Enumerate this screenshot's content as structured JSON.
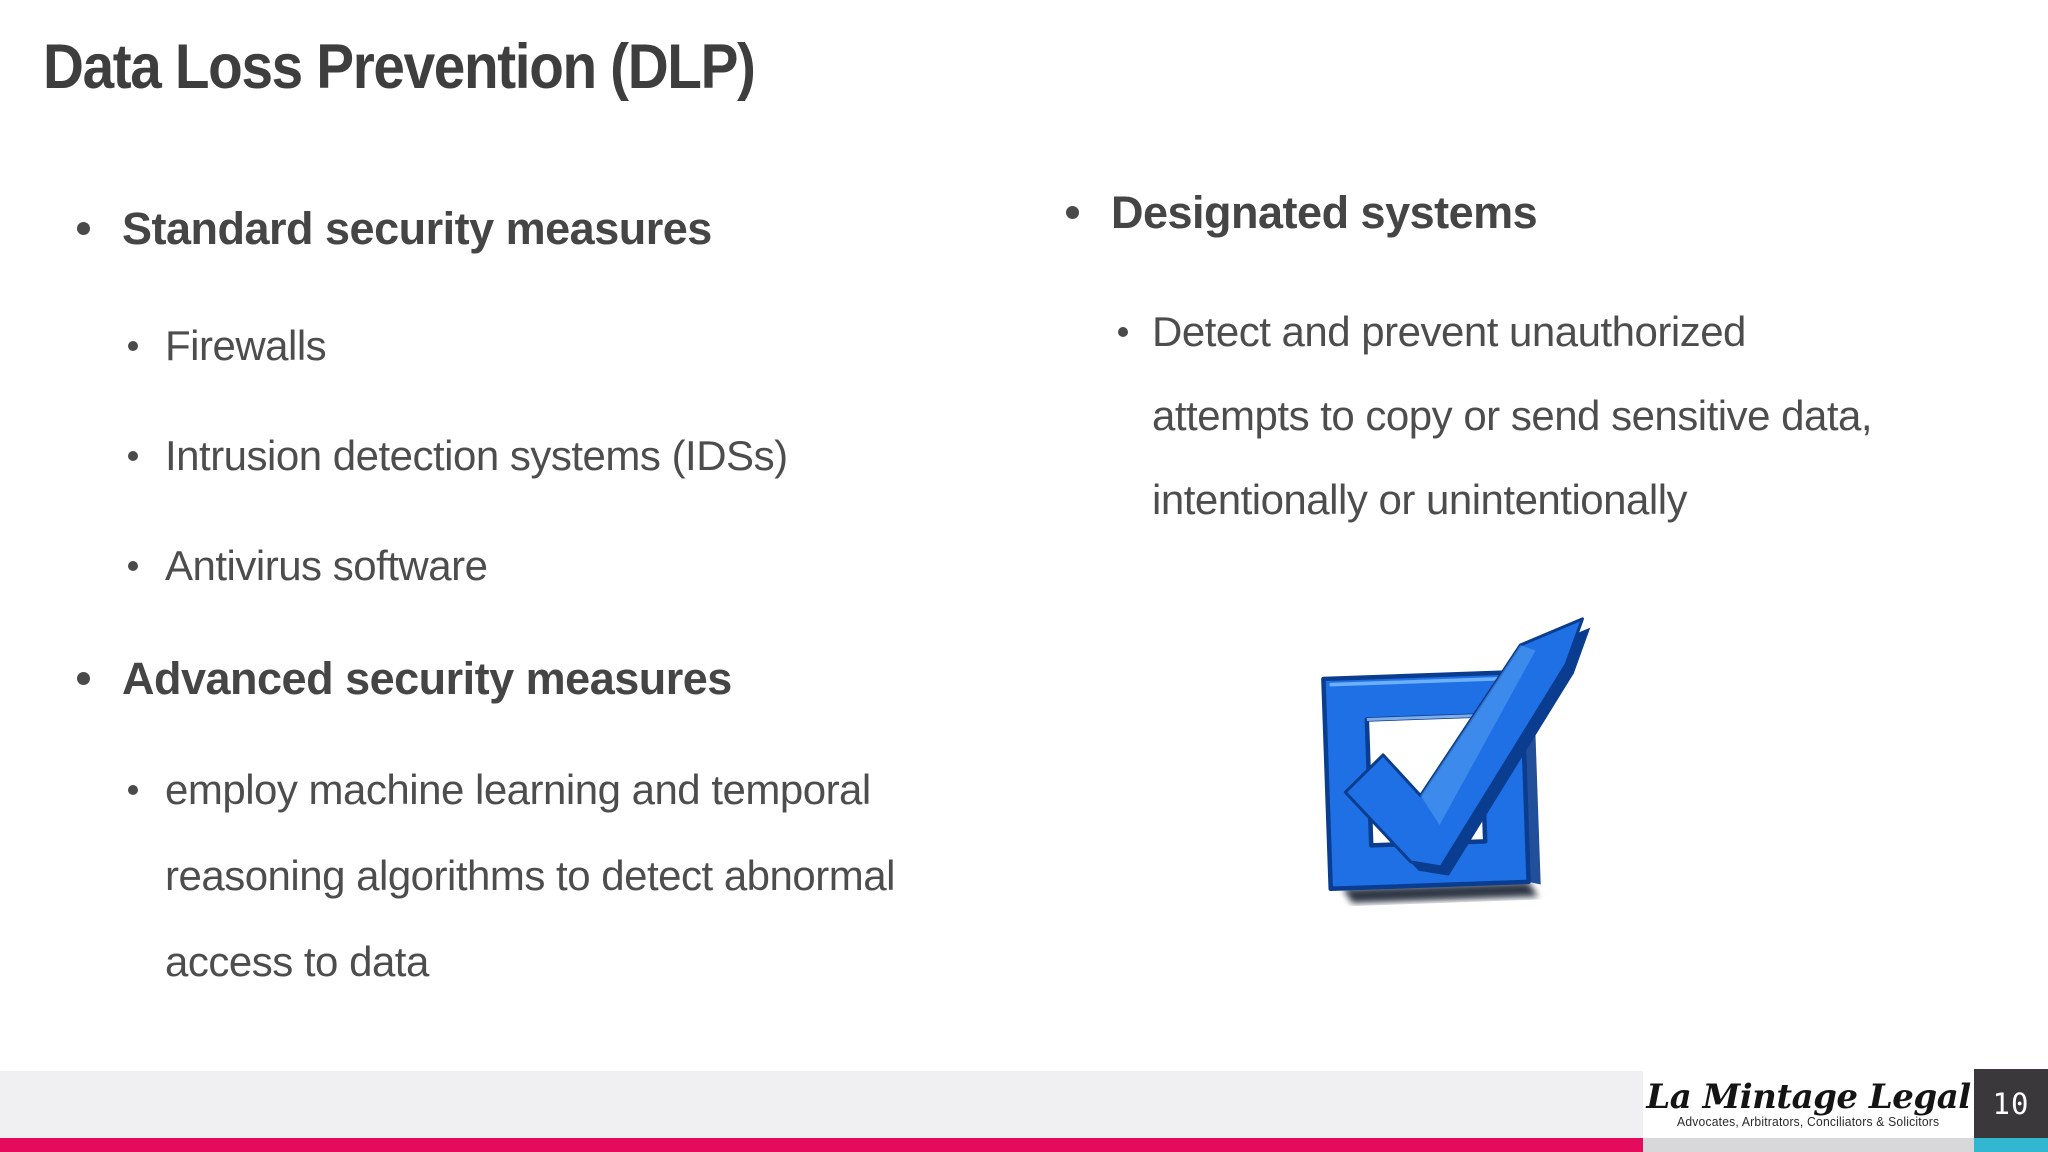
{
  "slide": {
    "title": "Data Loss Prevention (DLP)",
    "left_column": {
      "sections": [
        {
          "heading": "Standard security measures",
          "items": [
            {
              "lines": [
                "Firewalls"
              ]
            },
            {
              "lines": [
                "Intrusion detection systems (IDSs)"
              ]
            },
            {
              "lines": [
                "Antivirus software"
              ]
            }
          ]
        },
        {
          "heading": "Advanced security measures",
          "items": [
            {
              "lines": [
                "employ machine learning and temporal",
                "reasoning algorithms to detect abnormal",
                "access to data"
              ]
            }
          ]
        }
      ]
    },
    "right_column": {
      "sections": [
        {
          "heading": "Designated systems",
          "items": [
            {
              "lines": [
                "Detect and prevent unauthorized",
                "attempts to copy or send sensitive data,",
                "intentionally or unintentionally"
              ]
            }
          ]
        }
      ]
    },
    "checkbox_image": {
      "name": "blue-3d-checked-checkbox",
      "colors": {
        "face": "#1e70e4",
        "edge": "#0a3c8f",
        "highlight": "#55a0f2",
        "shadow": "#0b1526"
      }
    },
    "footer": {
      "logo_title": "La Mintage Legal",
      "logo_subtitle": "Advocates, Arbitrators, Conciliators & Solicitors",
      "page_number": "10",
      "colors": {
        "accent_pink": "#e40a5c",
        "strip_gray": "#f0eff2",
        "bar_gray": "#d8d8da",
        "bar_teal": "#31b7cf",
        "page_box_dark": "#3b383b"
      }
    },
    "text_color": "#4a4a4a"
  }
}
